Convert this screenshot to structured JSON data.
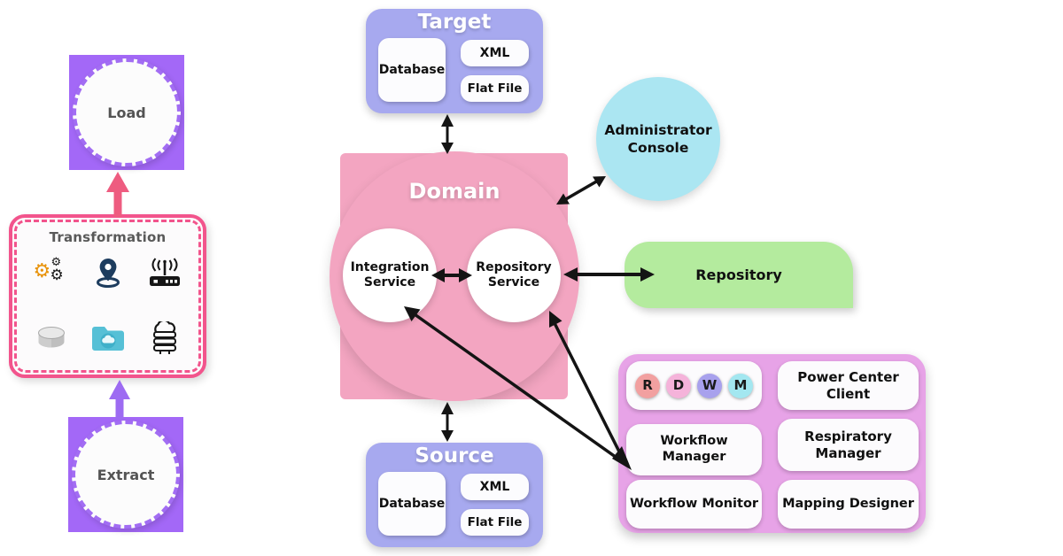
{
  "colors": {
    "purple_square": "#a368f7",
    "purple_border": "#a26df3",
    "hot_pink": "#f2548c",
    "arrow_pink": "#ee5c80",
    "arrow_purple": "#9d6bf2",
    "arrow_black": "#141414",
    "periwinkle": "#a7a9ef",
    "domain_pink": "#f3a5c1",
    "cyan": "#abe6f2",
    "green": "#b4eb9e",
    "orchid": "#e7a3e7",
    "badge_r": "#f2a0a0",
    "badge_d": "#f5b3da",
    "badge_w": "#a8a1ed",
    "badge_m": "#a3e7f0"
  },
  "etl": {
    "load": "Load",
    "transformation": "Transformation",
    "extract": "Extract",
    "icons_row1": [
      "gears-icon",
      "location-pin-icon",
      "wireless-router-icon"
    ],
    "icons_row2": [
      "database-cylinder-icon",
      "folder-cloud-icon",
      "cloud-server-icon"
    ]
  },
  "target": {
    "title": "Target",
    "database": "Database",
    "xml": "XML",
    "flat_file": "Flat File"
  },
  "source": {
    "title": "Source",
    "database": "Database",
    "xml": "XML",
    "flat_file": "Flat File"
  },
  "domain": {
    "title": "Domain",
    "integration_service": "Integration Service",
    "repository_service": "Repository Service"
  },
  "admin_console": {
    "label": "Administrator Console"
  },
  "repository": {
    "label": "Repository"
  },
  "client_panel": {
    "badges": [
      {
        "letter": "R"
      },
      {
        "letter": "D"
      },
      {
        "letter": "W"
      },
      {
        "letter": "M"
      }
    ],
    "power_center_client": "Power Center Client",
    "workflow_manager": "Workflow Manager",
    "respiratory_manager": "Respiratory Manager",
    "workflow_monitor": "Workflow Monitor",
    "mapping_designer": "Mapping Designer"
  }
}
